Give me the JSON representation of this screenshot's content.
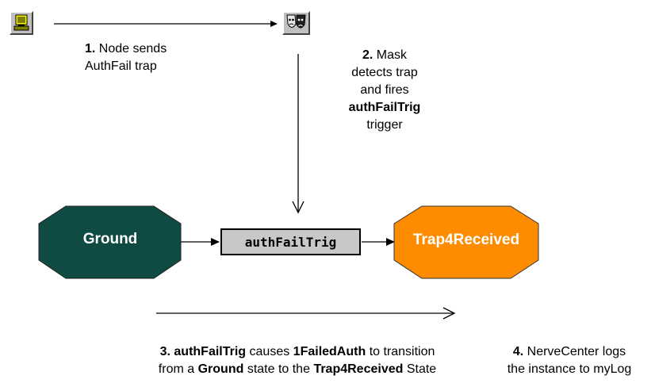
{
  "steps": {
    "step1": {
      "num": "1.",
      "line1": "Node sends",
      "line2": "AuthFail trap"
    },
    "step2": {
      "num": "2.",
      "line1": "Mask",
      "line2": "detects trap",
      "line3": "and fires",
      "trigger": "authFailTrig",
      "line5": "trigger"
    },
    "step3": {
      "num": "3.",
      "trigger": "authFailTrig",
      "t1": "causes",
      "alarm": "1FailedAuth",
      "t2": "to transition",
      "t3": "from a",
      "ground": "Ground",
      "t4": "state to the",
      "trap": "Trap4Received",
      "t5": "State"
    },
    "step4": {
      "num": "4.",
      "line1": "NerveCenter logs",
      "line2": "the instance to myLog"
    }
  },
  "states": {
    "ground": {
      "label": "Ground",
      "color": "#0f4a43"
    },
    "trap": {
      "label": "Trap4Received",
      "color": "#ff8c00"
    }
  },
  "trigger_box": {
    "label": "authFailTrig"
  },
  "icons": {
    "node": "computer-node-icon",
    "mask": "mask-icon"
  }
}
